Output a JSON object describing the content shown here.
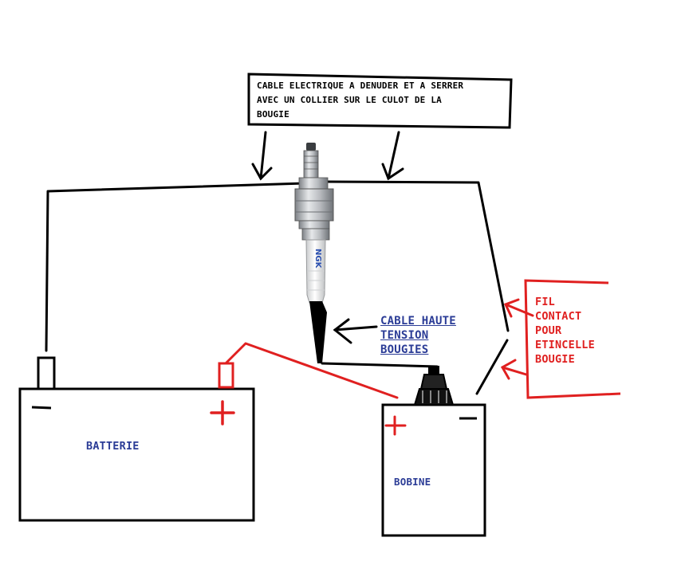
{
  "diagram": {
    "callout": {
      "line1": "CABLE ELECTRIQUE A DENUDER ET A SERRER",
      "line2": "AVEC UN COLLIER SUR LE CULOT DE LA",
      "line3": "BOUGIE"
    },
    "high_voltage_label": {
      "line1": "CABLE HAUTE",
      "line2": "TENSION",
      "line3": "BOUGIES"
    },
    "contact_label": {
      "line1": "FIL",
      "line2": "CONTACT",
      "line3": "POUR",
      "line4": "ETINCELLE",
      "line5": "BOUGIE"
    },
    "battery": {
      "label": "BATTERIE",
      "minus": "—",
      "plus": "+"
    },
    "coil": {
      "label": "BOBINE",
      "minus": "—",
      "plus": "+"
    },
    "spark_plug": {
      "brand": "NGK"
    },
    "colors": {
      "black": "#000000",
      "red": "#e02020",
      "blue": "#2b3c96",
      "plug_metal": "#b9bcc0",
      "plug_ceramic": "#f0f0f0"
    }
  }
}
